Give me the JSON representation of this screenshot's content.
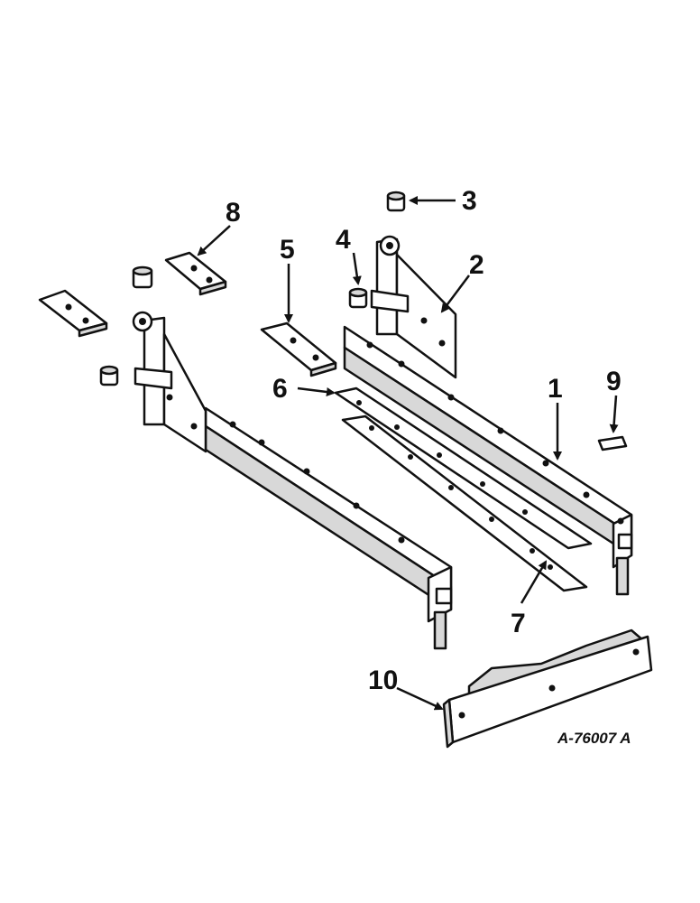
{
  "drawing_number": "A-76007 A",
  "callouts": [
    "1",
    "2",
    "3",
    "4",
    "5",
    "6",
    "7",
    "8",
    "9",
    "10"
  ],
  "colors": {
    "ink": "#111111",
    "paper": "#ffffff",
    "shade": "#d8d8d8"
  }
}
